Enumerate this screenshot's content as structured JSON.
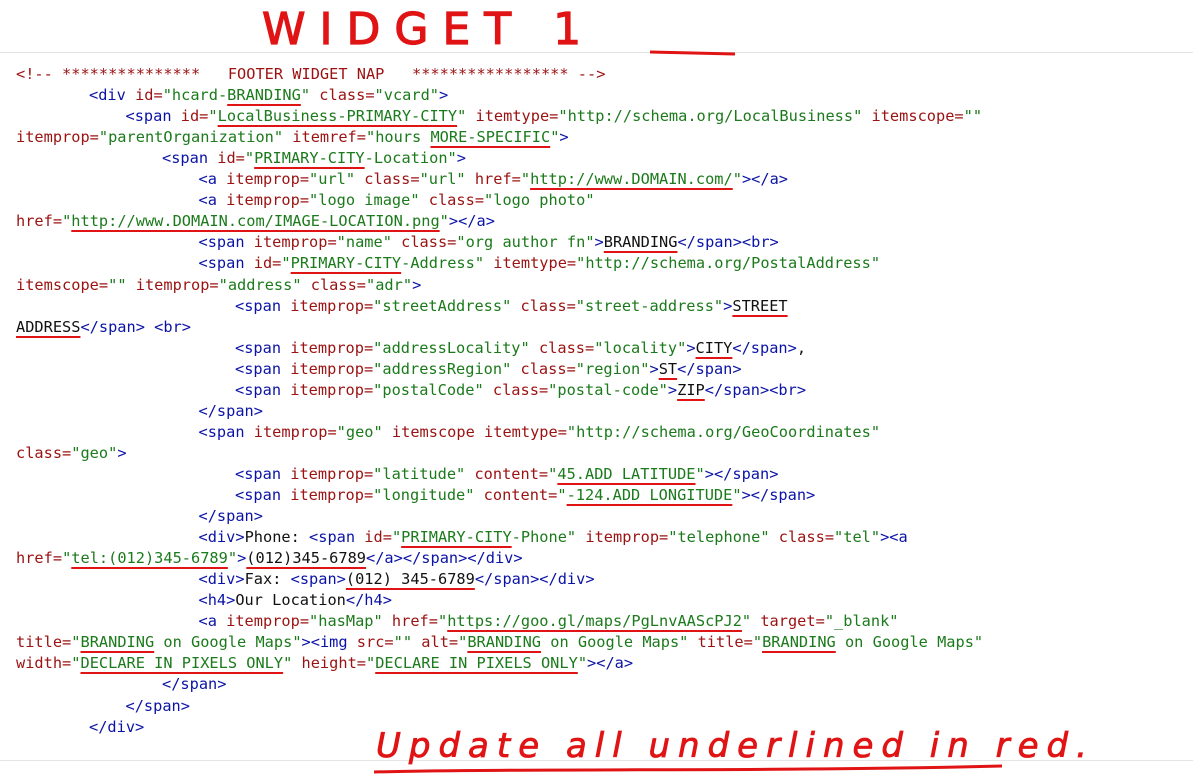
{
  "handwriting": {
    "heading": "WIDGET 1",
    "note": "Update all underlined in red."
  },
  "colors": {
    "annotation_red": "#e01414",
    "tag_blue": "#0b13a6",
    "value_green": "#1b7a1b",
    "comment_red": "#9b1212",
    "text": "#111111"
  },
  "code_lines": [
    {
      "indent": 0,
      "tokens": [
        [
          "c",
          "<!-- ***************   FOOTER WIDGET NAP   ***************** -->",
          0
        ]
      ]
    },
    {
      "indent": 20,
      "tokens": [
        [
          "b",
          "<div ",
          0
        ],
        [
          "a",
          "id=",
          0
        ],
        [
          "v",
          "\"hcard-",
          0
        ],
        [
          "v",
          "BRANDING",
          1
        ],
        [
          "v",
          "\" ",
          0
        ],
        [
          "a",
          "class=",
          0
        ],
        [
          "v",
          "\"vcard\"",
          0
        ],
        [
          "b",
          ">",
          0
        ]
      ]
    },
    {
      "indent": 30,
      "tokens": [
        [
          "b",
          "<span ",
          0
        ],
        [
          "a",
          "id=",
          0
        ],
        [
          "v",
          "\"",
          0
        ],
        [
          "v",
          "LocalBusiness-PRIMARY-CITY",
          1
        ],
        [
          "v",
          "\" ",
          0
        ],
        [
          "a",
          "itemtype=",
          0
        ],
        [
          "v",
          "\"http://schema.org/LocalBusiness\" ",
          0
        ],
        [
          "a",
          "itemscope=",
          0
        ],
        [
          "v",
          "\"\"",
          0
        ]
      ]
    },
    {
      "indent": 0,
      "tokens": [
        [
          "a",
          "itemprop=",
          0
        ],
        [
          "v",
          "\"parentOrganization\" ",
          0
        ],
        [
          "a",
          "itemref=",
          0
        ],
        [
          "v",
          "\"hours ",
          0
        ],
        [
          "v",
          "MORE-SPECIFIC",
          1
        ],
        [
          "v",
          "\"",
          0
        ],
        [
          "b",
          ">",
          0
        ]
      ]
    },
    {
      "indent": 40,
      "tokens": [
        [
          "b",
          "<span ",
          0
        ],
        [
          "a",
          "id=",
          0
        ],
        [
          "v",
          "\"",
          0
        ],
        [
          "v",
          "PRIMARY-CITY",
          1
        ],
        [
          "v",
          "-Location\"",
          0
        ],
        [
          "b",
          ">",
          0
        ]
      ]
    },
    {
      "indent": 50,
      "tokens": [
        [
          "b",
          "<a ",
          0
        ],
        [
          "a",
          "itemprop=",
          0
        ],
        [
          "v",
          "\"url\" ",
          0
        ],
        [
          "a",
          "class=",
          0
        ],
        [
          "v",
          "\"url\" ",
          0
        ],
        [
          "a",
          "href=",
          0
        ],
        [
          "v",
          "\"",
          0
        ],
        [
          "v",
          "http://www.DOMAIN.com/",
          1
        ],
        [
          "v",
          "\"",
          0
        ],
        [
          "b",
          "></a>",
          0
        ]
      ]
    },
    {
      "indent": 50,
      "tokens": [
        [
          "b",
          "<a ",
          0
        ],
        [
          "a",
          "itemprop=",
          0
        ],
        [
          "v",
          "\"logo image\" ",
          0
        ],
        [
          "a",
          "class=",
          0
        ],
        [
          "v",
          "\"logo photo\"",
          0
        ]
      ]
    },
    {
      "indent": 0,
      "tokens": [
        [
          "a",
          "href=",
          0
        ],
        [
          "v",
          "\"",
          0
        ],
        [
          "v",
          "http://www.DOMAIN.com/IMAGE-LOCATION.png",
          1
        ],
        [
          "v",
          "\"",
          0
        ],
        [
          "b",
          "></a>",
          0
        ]
      ]
    },
    {
      "indent": 50,
      "tokens": [
        [
          "b",
          "<span ",
          0
        ],
        [
          "a",
          "itemprop=",
          0
        ],
        [
          "v",
          "\"name\" ",
          0
        ],
        [
          "a",
          "class=",
          0
        ],
        [
          "v",
          "\"org author fn\"",
          0
        ],
        [
          "b",
          ">",
          0
        ],
        [
          "t",
          "BRANDING",
          1
        ],
        [
          "b",
          "</span><br>",
          0
        ]
      ]
    },
    {
      "indent": 50,
      "tokens": [
        [
          "b",
          "<span ",
          0
        ],
        [
          "a",
          "id=",
          0
        ],
        [
          "v",
          "\"",
          0
        ],
        [
          "v",
          "PRIMARY-CITY",
          1
        ],
        [
          "v",
          "-Address\" ",
          0
        ],
        [
          "a",
          "itemtype=",
          0
        ],
        [
          "v",
          "\"http://schema.org/PostalAddress\"",
          0
        ]
      ]
    },
    {
      "indent": 0,
      "tokens": [
        [
          "a",
          "itemscope=",
          0
        ],
        [
          "v",
          "\"\" ",
          0
        ],
        [
          "a",
          "itemprop=",
          0
        ],
        [
          "v",
          "\"address\" ",
          0
        ],
        [
          "a",
          "class=",
          0
        ],
        [
          "v",
          "\"adr\"",
          0
        ],
        [
          "b",
          ">",
          0
        ]
      ]
    },
    {
      "indent": 60,
      "tokens": [
        [
          "b",
          "<span ",
          0
        ],
        [
          "a",
          "itemprop=",
          0
        ],
        [
          "v",
          "\"streetAddress\" ",
          0
        ],
        [
          "a",
          "class=",
          0
        ],
        [
          "v",
          "\"street-address\"",
          0
        ],
        [
          "b",
          ">",
          0
        ],
        [
          "t",
          "STREET",
          1
        ]
      ]
    },
    {
      "indent": 0,
      "tokens": [
        [
          "t",
          "ADDRESS",
          1
        ],
        [
          "b",
          "</span> <br>",
          0
        ]
      ]
    },
    {
      "indent": 60,
      "tokens": [
        [
          "b",
          "<span ",
          0
        ],
        [
          "a",
          "itemprop=",
          0
        ],
        [
          "v",
          "\"addressLocality\" ",
          0
        ],
        [
          "a",
          "class=",
          0
        ],
        [
          "v",
          "\"locality\"",
          0
        ],
        [
          "b",
          ">",
          0
        ],
        [
          "t",
          "CITY",
          1
        ],
        [
          "b",
          "</span>",
          0
        ],
        [
          "t",
          ",",
          0
        ]
      ]
    },
    {
      "indent": 60,
      "tokens": [
        [
          "b",
          "<span ",
          0
        ],
        [
          "a",
          "itemprop=",
          0
        ],
        [
          "v",
          "\"addressRegion\" ",
          0
        ],
        [
          "a",
          "class=",
          0
        ],
        [
          "v",
          "\"region\"",
          0
        ],
        [
          "b",
          ">",
          0
        ],
        [
          "t",
          "ST",
          1
        ],
        [
          "b",
          "</span>",
          0
        ]
      ]
    },
    {
      "indent": 60,
      "tokens": [
        [
          "b",
          "<span ",
          0
        ],
        [
          "a",
          "itemprop=",
          0
        ],
        [
          "v",
          "\"postalCode\" ",
          0
        ],
        [
          "a",
          "class=",
          0
        ],
        [
          "v",
          "\"postal-code\"",
          0
        ],
        [
          "b",
          ">",
          0
        ],
        [
          "t",
          "ZIP",
          1
        ],
        [
          "b",
          "</span><br>",
          0
        ]
      ]
    },
    {
      "indent": 50,
      "tokens": [
        [
          "b",
          "</span>",
          0
        ]
      ]
    },
    {
      "indent": 50,
      "tokens": [
        [
          "b",
          "<span ",
          0
        ],
        [
          "a",
          "itemprop=",
          0
        ],
        [
          "v",
          "\"geo\" ",
          0
        ],
        [
          "a",
          "itemscope ",
          0
        ],
        [
          "a",
          "itemtype=",
          0
        ],
        [
          "v",
          "\"http://schema.org/GeoCoordinates\"",
          0
        ]
      ]
    },
    {
      "indent": 0,
      "tokens": [
        [
          "a",
          "class=",
          0
        ],
        [
          "v",
          "\"geo\"",
          0
        ],
        [
          "b",
          ">",
          0
        ]
      ]
    },
    {
      "indent": 60,
      "tokens": [
        [
          "b",
          "<span ",
          0
        ],
        [
          "a",
          "itemprop=",
          0
        ],
        [
          "v",
          "\"latitude\" ",
          0
        ],
        [
          "a",
          "content=",
          0
        ],
        [
          "v",
          "\"",
          0
        ],
        [
          "v",
          "45.ADD LATITUDE",
          1
        ],
        [
          "v",
          "\"",
          0
        ],
        [
          "b",
          "></span>",
          0
        ]
      ]
    },
    {
      "indent": 60,
      "tokens": [
        [
          "b",
          "<span ",
          0
        ],
        [
          "a",
          "itemprop=",
          0
        ],
        [
          "v",
          "\"longitude\" ",
          0
        ],
        [
          "a",
          "content=",
          0
        ],
        [
          "v",
          "\"",
          0
        ],
        [
          "v",
          "-124.ADD LONGITUDE",
          1
        ],
        [
          "v",
          "\"",
          0
        ],
        [
          "b",
          "></span>",
          0
        ]
      ]
    },
    {
      "indent": 50,
      "tokens": [
        [
          "b",
          "</span>",
          0
        ]
      ]
    },
    {
      "indent": 50,
      "tokens": [
        [
          "b",
          "<div>",
          0
        ],
        [
          "t",
          "Phone: ",
          0
        ],
        [
          "b",
          "<span ",
          0
        ],
        [
          "a",
          "id=",
          0
        ],
        [
          "v",
          "\"",
          0
        ],
        [
          "v",
          "PRIMARY-CITY",
          1
        ],
        [
          "v",
          "-Phone\" ",
          0
        ],
        [
          "a",
          "itemprop=",
          0
        ],
        [
          "v",
          "\"telephone\" ",
          0
        ],
        [
          "a",
          "class=",
          0
        ],
        [
          "v",
          "\"tel\"",
          0
        ],
        [
          "b",
          "><a",
          0
        ]
      ]
    },
    {
      "indent": 0,
      "tokens": [
        [
          "a",
          "href=",
          0
        ],
        [
          "v",
          "\"",
          0
        ],
        [
          "v",
          "tel:(012)345-6789",
          1
        ],
        [
          "v",
          "\"",
          0
        ],
        [
          "b",
          ">",
          0
        ],
        [
          "t",
          "(012)345-6789",
          1
        ],
        [
          "b",
          "</a></span></div>",
          0
        ]
      ]
    },
    {
      "indent": 50,
      "tokens": [
        [
          "b",
          "<div>",
          0
        ],
        [
          "t",
          "Fax: ",
          0
        ],
        [
          "b",
          "<span>",
          0
        ],
        [
          "t",
          "(012) 345-6789",
          1
        ],
        [
          "b",
          "</span></div>",
          0
        ]
      ]
    },
    {
      "indent": 50,
      "tokens": [
        [
          "b",
          "<h4>",
          0
        ],
        [
          "t",
          "Our Location",
          0
        ],
        [
          "b",
          "</h4>",
          0
        ]
      ]
    },
    {
      "indent": 50,
      "tokens": [
        [
          "b",
          "<a ",
          0
        ],
        [
          "a",
          "itemprop=",
          0
        ],
        [
          "v",
          "\"hasMap\" ",
          0
        ],
        [
          "a",
          "href=",
          0
        ],
        [
          "v",
          "\"",
          0
        ],
        [
          "v",
          "https://goo.gl/maps/PgLnvAAScPJ2",
          1
        ],
        [
          "v",
          "\" ",
          0
        ],
        [
          "a",
          "target=",
          0
        ],
        [
          "v",
          "\"_blank\"",
          0
        ]
      ]
    },
    {
      "indent": 0,
      "tokens": [
        [
          "a",
          "title=",
          0
        ],
        [
          "v",
          "\"",
          0
        ],
        [
          "v",
          "BRANDING",
          1
        ],
        [
          "v",
          " on Google Maps\"",
          0
        ],
        [
          "b",
          "><img ",
          0
        ],
        [
          "a",
          "src=",
          0
        ],
        [
          "v",
          "\"\" ",
          0
        ],
        [
          "a",
          "alt=",
          0
        ],
        [
          "v",
          "\"",
          0
        ],
        [
          "v",
          "BRANDING",
          1
        ],
        [
          "v",
          " on Google Maps\" ",
          0
        ],
        [
          "a",
          "title=",
          0
        ],
        [
          "v",
          "\"",
          0
        ],
        [
          "v",
          "BRANDING",
          1
        ],
        [
          "v",
          " on Google Maps\"",
          0
        ]
      ]
    },
    {
      "indent": 0,
      "tokens": [
        [
          "a",
          "width=",
          0
        ],
        [
          "v",
          "\"",
          0
        ],
        [
          "v",
          "DECLARE IN PIXELS ONLY",
          1
        ],
        [
          "v",
          "\" ",
          0
        ],
        [
          "a",
          "height=",
          0
        ],
        [
          "v",
          "\"",
          0
        ],
        [
          "v",
          "DECLARE IN PIXELS ONLY",
          1
        ],
        [
          "v",
          "\"",
          0
        ],
        [
          "b",
          "></a>",
          0
        ]
      ]
    },
    {
      "indent": 40,
      "tokens": [
        [
          "b",
          "</span>",
          0
        ]
      ]
    },
    {
      "indent": 30,
      "tokens": [
        [
          "b",
          "</span>",
          0
        ]
      ]
    },
    {
      "indent": 20,
      "tokens": [
        [
          "b",
          "</div>",
          0
        ]
      ]
    }
  ]
}
